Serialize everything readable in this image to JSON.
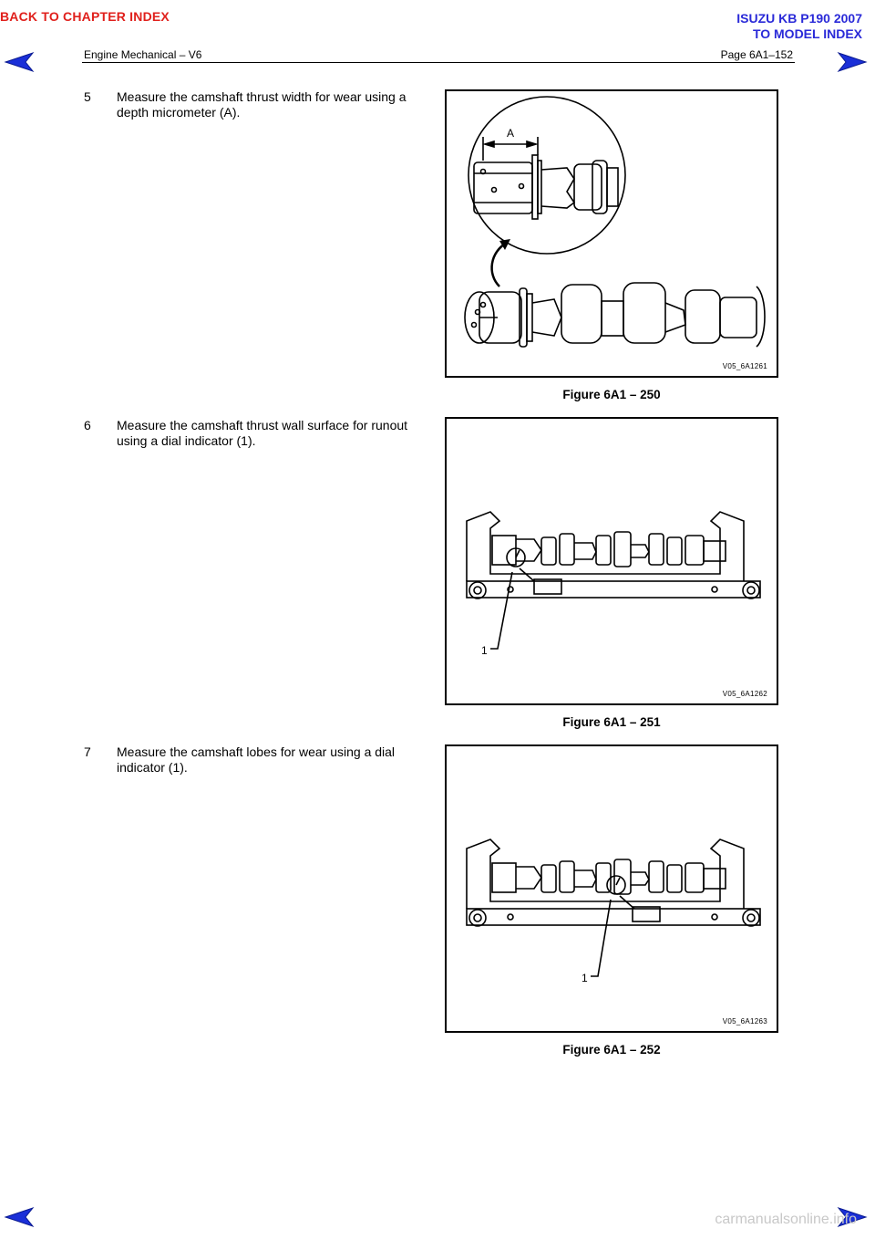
{
  "header": {
    "back_chapter": "BACK TO CHAPTER INDEX",
    "model_line1": "ISUZU KB P190 2007",
    "model_line2": "TO MODEL INDEX",
    "section": "Engine Mechanical – V6",
    "page": "Page 6A1–152"
  },
  "steps": [
    {
      "num": "5",
      "text": "Measure the camshaft thrust width for wear using a depth micrometer (A)."
    },
    {
      "num": "6",
      "text": "Measure the camshaft thrust wall surface for runout using a dial indicator (1)."
    },
    {
      "num": "7",
      "text": "Measure the camshaft lobes for wear using a dial indicator (1)."
    }
  ],
  "figures": [
    {
      "code": "V05_6A1261",
      "caption": "Figure 6A1 – 250",
      "label": "A"
    },
    {
      "code": "V05_6A1262",
      "caption": "Figure 6A1 – 251",
      "label": "1"
    },
    {
      "code": "V05_6A1263",
      "caption": "Figure 6A1 – 252",
      "label": "1"
    }
  ],
  "watermark": "carmanualsonline.info",
  "colors": {
    "nav_red": "#e0201c",
    "nav_blue": "#2a2ad8"
  }
}
